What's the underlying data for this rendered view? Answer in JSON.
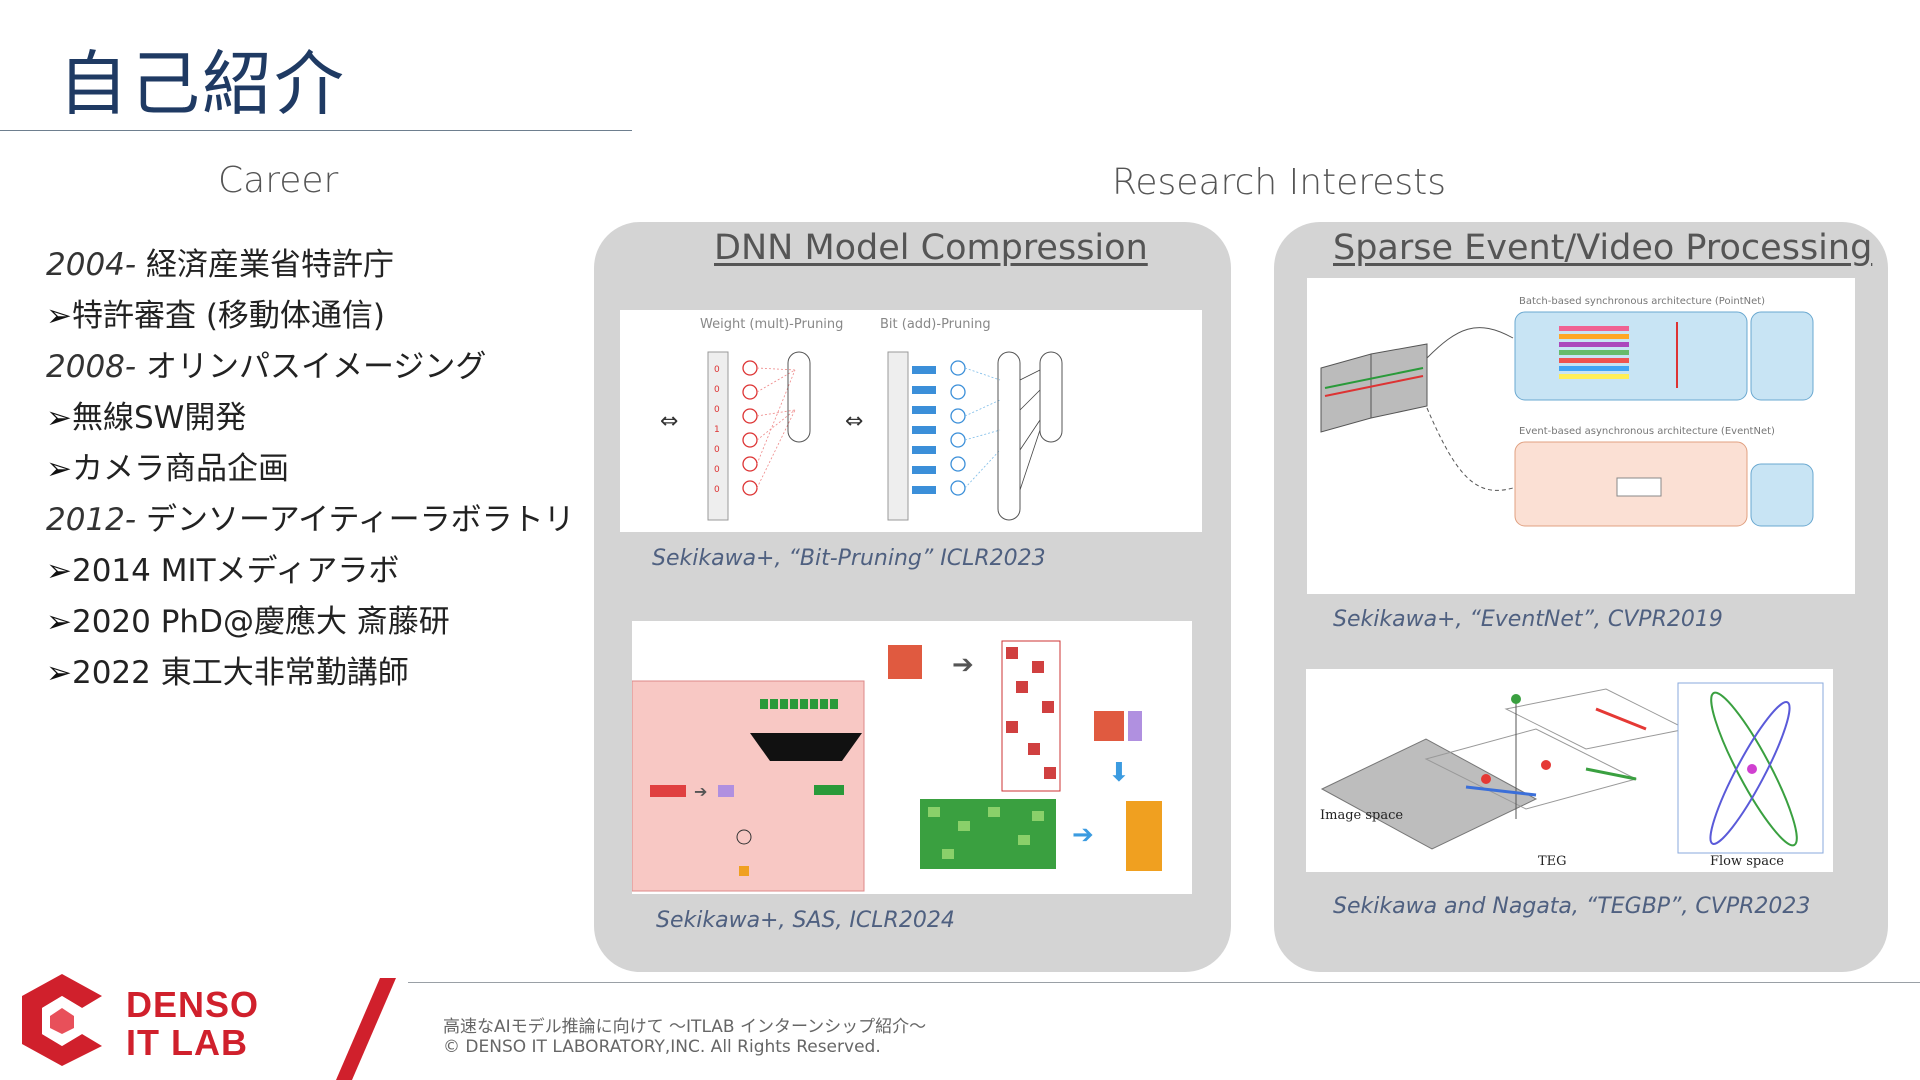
{
  "page": {
    "title": "自己紹介",
    "career_heading": "Career",
    "research_heading": "Research Interests"
  },
  "career": [
    {
      "year": "2004-",
      "text": " 経済産業省特許庁"
    },
    {
      "arrow": "➢",
      "text": "特許審査 (移動体通信)"
    },
    {
      "year": "2008-",
      "text": " オリンパスイメージング"
    },
    {
      "arrow": "➢",
      "text": "無線SW開発"
    },
    {
      "arrow": "➢",
      "text": "カメラ商品企画"
    },
    {
      "year": "2012-",
      "text": " デンソーアイティーラボラトリ"
    },
    {
      "arrow": "➢",
      "text": "2014 MITメディアラボ"
    },
    {
      "arrow": "➢",
      "text": "2020 PhD@慶應大 斎藤研"
    },
    {
      "arrow": "➢",
      "text": "2022 東工大非常勤講師"
    }
  ],
  "panels": {
    "left": {
      "title": "DNN Model Compression",
      "fig1": {
        "caption": "Sekikawa+, “Bit-Pruning” ICLR2023",
        "label_left": "Weight (mult)-Pruning",
        "label_right": "Bit (add)-Pruning"
      },
      "fig2": {
        "caption": "Sekikawa+, SAS, ICLR2024"
      }
    },
    "right": {
      "title": "Sparse Event/Video Processing",
      "fig1": {
        "caption": "Sekikawa+, “EventNet”, CVPR2019",
        "label_top": "Batch-based synchronous architecture (PointNet)",
        "label_bottom": "Event-based asynchronous architecture (EventNet)"
      },
      "fig2": {
        "caption": "Sekikawa and Nagata, “TEGBP”, CVPR2023",
        "label_image": "Image space",
        "label_teg": "TEG",
        "label_flow": "Flow space"
      }
    }
  },
  "footer": {
    "line1": "高速なAIモデル推論に向けて 〜ITLAB インターンシップ紹介〜",
    "line2": "© DENSO IT LABORATORY,INC. All Rights Reserved.",
    "logo_line1": "DENSO",
    "logo_line2": "IT LAB"
  },
  "colors": {
    "title": "#1f3a63",
    "panel_bg": "#d4d4d4",
    "caption": "#4f6080",
    "brand_red": "#d0202c"
  }
}
